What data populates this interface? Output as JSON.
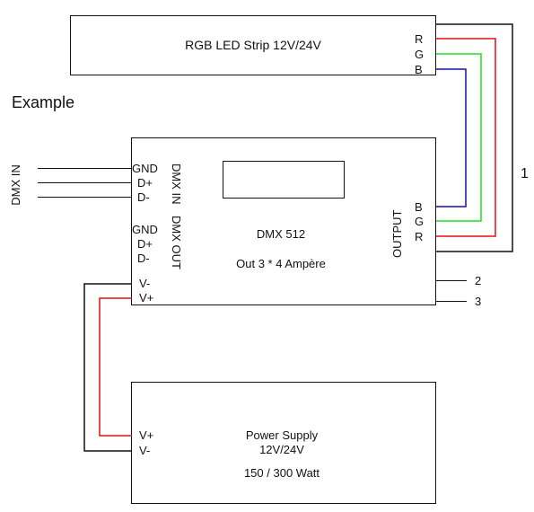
{
  "heading": "Example",
  "led_strip": {
    "title": "RGB LED Strip 12V/24V",
    "pins": [
      "R",
      "G",
      "B"
    ]
  },
  "dmx_in_label": "DMX IN",
  "controller": {
    "dmx_in_group": "DMX IN",
    "dmx_out_group": "DMX OUT",
    "in_pins": [
      "GND",
      "D+",
      "D-"
    ],
    "out_pins": [
      "GND",
      "D+",
      "D-"
    ],
    "power_pins": [
      "V-",
      "V+"
    ],
    "title": "DMX 512",
    "rating": "Out 3 * 4 Ampère",
    "output_label": "OUTPUT",
    "output_pins": [
      "B",
      "G",
      "R"
    ]
  },
  "power_supply": {
    "title_line1": "Power Supply",
    "title_line2": "12V/24V",
    "wattage": "150 / 300 Watt",
    "pins": [
      "V+",
      "V-"
    ]
  },
  "callouts": [
    "1",
    "2",
    "3"
  ],
  "colors": {
    "outline": "#111111",
    "red_wire": "#e01010",
    "green_wire": "#22dd22",
    "blue_wire": "#1010aa",
    "black_wire": "#111111"
  }
}
